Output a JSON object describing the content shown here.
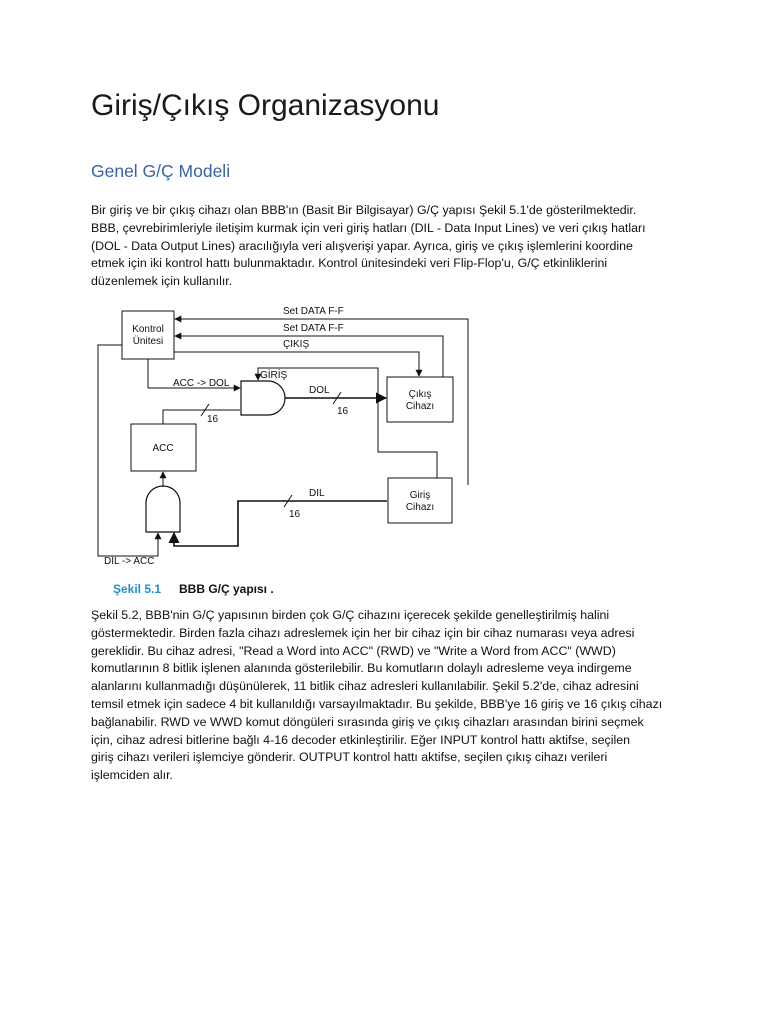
{
  "document": {
    "title": "Giriş/Çıkış Organizasyonu",
    "section_heading": "Genel G/Ç Modeli",
    "paragraph_1": [
      "Bir giriş ve bir çıkış cihazı olan BBB'ın (Basit Bir Bilgisayar) G/Ç yapısı Şekil 5.1'de gösterilmektedir.",
      "BBB, çevrebirimleriyle iletişim kurmak için veri giriş hatları (DIL - Data Input Lines) ve veri çıkış hatları",
      "(DOL - Data Output Lines) aracılığıyla veri alışverişi yapar. Ayrıca, giriş ve çıkış işlemlerini koordine",
      "etmek için iki kontrol hattı bulunmaktadır. Kontrol ünitesindeki veri Flip-Flop'u, G/Ç etkinliklerini",
      "düzenlemek için kullanılır."
    ],
    "paragraph_2": [
      "Şekil 5.2, BBB'nin G/Ç yapısının birden çok G/Ç cihazını içerecek şekilde genelleştirilmiş halini",
      "göstermektedir. Birden fazla cihazı adreslemek için her bir cihaz için bir cihaz numarası veya adresi",
      "gereklidir. Bu cihaz adresi, \"Read a Word into ACC\" (RWD) ve \"Write a Word from ACC\" (WWD)",
      "komutlarının 8 bitlik işlenen alanında gösterilebilir. Bu komutların dolaylı adresleme veya indirgeme",
      "alanlarını kullanmadığı düşünülerek, 11 bitlik cihaz adresleri kullanılabilir. Şekil 5.2'de, cihaz adresini",
      "temsil etmek için sadece 4 bit kullanıldığı varsayılmaktadır. Bu şekilde, BBB'ye 16 giriş ve 16 çıkış cihazı",
      "bağlanabilir. RWD ve WWD komut döngüleri sırasında giriş ve çıkış cihazları arasından birini seçmek",
      "için, cihaz adresi bitlerine bağlı 4-16 decoder etkinleştirilir. Eğer INPUT kontrol hattı aktifse, seçilen",
      "giriş cihazı verileri işlemciye gönderir. OUTPUT kontrol hattı aktifse, seçilen çıkış cihazı verileri",
      "işlemciden alır."
    ]
  },
  "figure": {
    "control_unit_line1": "Kontrol",
    "control_unit_line2": "Ünitesi",
    "acc_label": "ACC",
    "output_device_line1": "Çıkış",
    "output_device_line2": "Cihazı",
    "input_device_line1": "Giriş",
    "input_device_line2": "Cihazı",
    "set_data_ff_top": "Set DATA F-F",
    "set_data_ff_second": "Set DATA F-F",
    "output_signal": "ÇIKIŞ",
    "input_signal": "GİRİŞ",
    "acc_to_dol": "ACC -> DOL",
    "dol_label": "DOL",
    "dil_label": "DIL",
    "dil_to_acc": "DIL -> ACC",
    "bus_width_acc": "16",
    "bus_width_dol": "16",
    "bus_width_dil": "16",
    "caption_number": "Şekil 5.1",
    "caption_text": "BBB G/Ç yapısı ."
  },
  "colors": {
    "heading_blue": "#3b62a8",
    "caption_blue": "#1f8fd0"
  }
}
